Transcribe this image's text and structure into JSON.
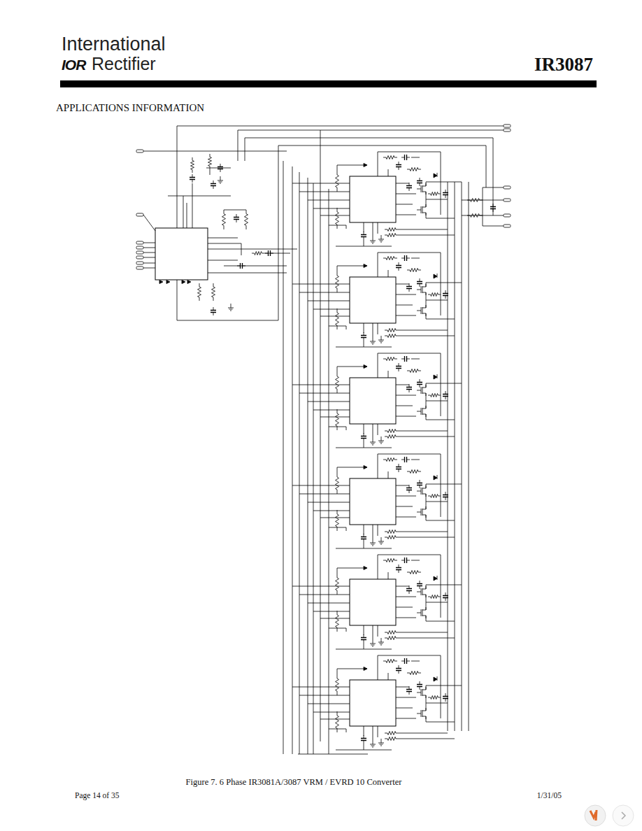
{
  "diagram": {
    "title": "APPLICATIONS INFORMATION",
    "caption": "Figure 7. 6 Phase IR3081A/3087 VRM / EVRD 10 Converter",
    "labels": [
      "International",
      "IOR",
      "Rectifier",
      "IR3087",
      "Page 14 of 35",
      "1/31/05"
    ]
  }
}
